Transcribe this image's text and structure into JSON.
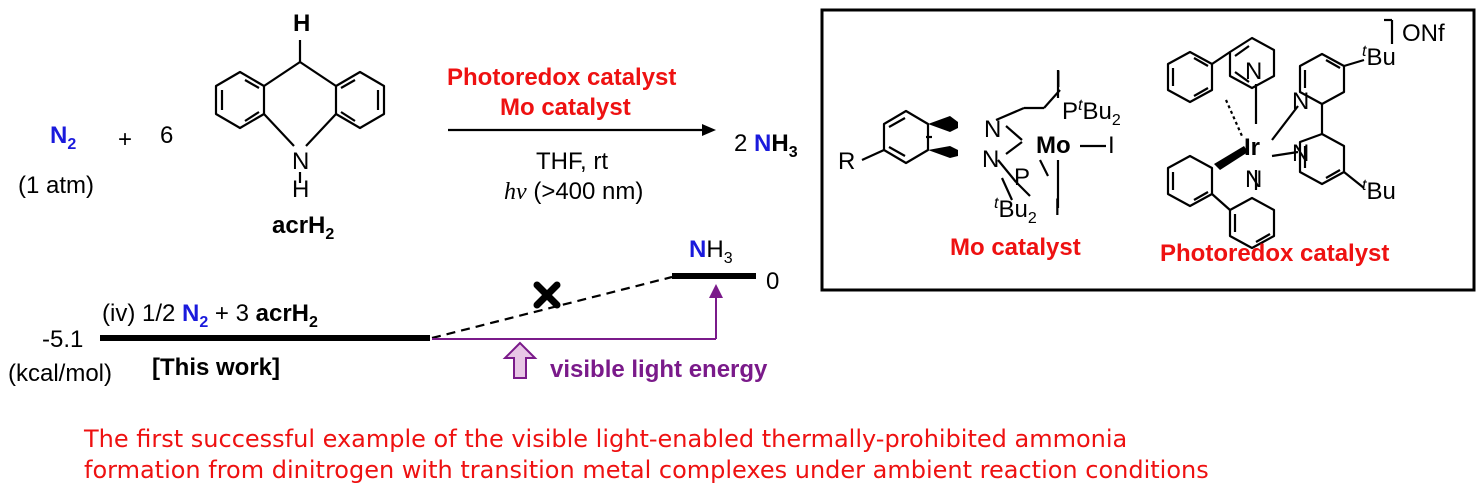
{
  "reaction": {
    "n2": "N",
    "n2_sub": "2",
    "n2_pressure": "(1 atm)",
    "plus": "+",
    "coefficient": "6",
    "acr_h": "H",
    "acr_nh": "H",
    "acr_n": "N",
    "acr_label": "acrH",
    "acr_label_sub": "2",
    "condition_1": "Photoredox catalyst",
    "condition_2": "Mo catalyst",
    "condition_3": "THF, rt",
    "condition_4_h": "h",
    "condition_4_nu": "ν",
    "condition_4_rest": " (>400 nm)",
    "product_coef": "2 ",
    "product_n": "N",
    "product_h": "H",
    "product_sub": "3"
  },
  "energy_diagram": {
    "product_n": "N",
    "product_h": "H",
    "product_sub": "3",
    "product_energy": "0",
    "start_energy": "-5.1",
    "unit": "(kcal/mol)",
    "start_prefix": "(iv) 1/2 ",
    "start_n": "N",
    "start_n_sub": "2",
    "start_mid": " + 3 ",
    "start_acr": "acrH",
    "start_acr_sub": "2",
    "this_work": "[This work]",
    "light_label": "visible light energy"
  },
  "catalyst_box": {
    "mo_r": "R",
    "mo_n1": "N",
    "mo_n2": "N",
    "mo_i_top": "I",
    "mo_i_right": "I",
    "mo_i_bottom": "I",
    "mo_center": "Mo",
    "mo_p_top": "P",
    "mo_p_top_sup": "t",
    "mo_p_top_bu": "Bu",
    "mo_p_top_sub": "2",
    "mo_p_bottom": "P",
    "mo_p_bottom_sup": "t",
    "mo_p_bottom_bu": "Bu",
    "mo_p_bottom_sub": "2",
    "mo_label": "Mo catalyst",
    "ir_center": "Ir",
    "ir_n": "N",
    "ir_tbu_sup": "t",
    "ir_tbu": "Bu",
    "ir_counterion": "ONf",
    "ir_label": "Photoredox catalyst"
  },
  "footer": {
    "line_1": "The first successful example of the visible light-enabled thermally-prohibited ammonia",
    "line_2": "formation from dinitrogen with transition metal complexes under ambient reaction conditions"
  }
}
